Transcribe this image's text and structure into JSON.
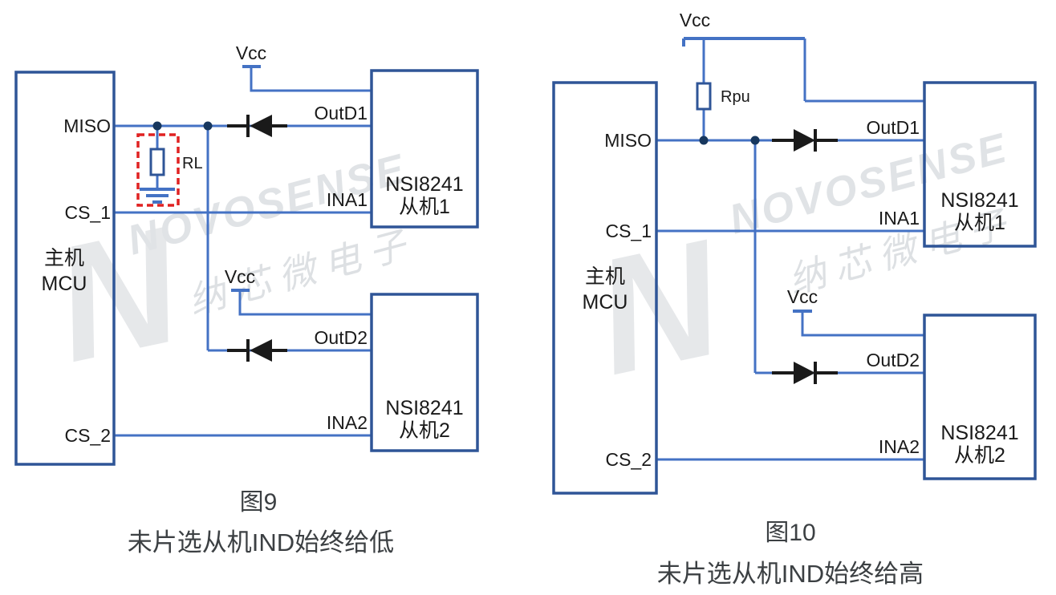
{
  "watermark": {
    "logo_letter": "N",
    "brand": "NOVOSENSE",
    "brand_cn": "纳芯微电子"
  },
  "colors": {
    "wire": "#4472C4",
    "box_border": "#2F5597",
    "junction_dot": "#17375E",
    "diode": "#1A1A1A",
    "highlight_box_red": "#E02222",
    "label_text": "#1A1A1A",
    "caption_text": "#3C4043",
    "watermark_text": "#E0E3E6",
    "background": "#FFFFFF"
  },
  "fig9": {
    "caption_title": "图9",
    "caption_subtitle": "未片选从机IND始终给低",
    "mcu": {
      "line1": "主机",
      "line2": "MCU",
      "pin_miso": "MISO",
      "pin_cs1": "CS_1",
      "pin_cs2": "CS_2"
    },
    "slave1": {
      "line1": "NSI8241",
      "line2": "从机1",
      "pin_out": "OutD1",
      "pin_in": "INA1",
      "vcc": "Vcc"
    },
    "slave2": {
      "line1": "NSI8241",
      "line2": "从机2",
      "pin_out": "OutD2",
      "pin_in": "INA2",
      "vcc": "Vcc"
    },
    "load_resistor": "RL"
  },
  "fig10": {
    "caption_title": "图10",
    "caption_subtitle": "未片选从机IND始终给高",
    "mcu": {
      "line1": "主机",
      "line2": "MCU",
      "pin_miso": "MISO",
      "pin_cs1": "CS_1",
      "pin_cs2": "CS_2"
    },
    "vcc_top": "Vcc",
    "pullup_resistor": "Rpu",
    "slave1": {
      "line1": "NSI8241",
      "line2": "从机1",
      "pin_out": "OutD1",
      "pin_in": "INA1"
    },
    "slave2": {
      "line1": "NSI8241",
      "line2": "从机2",
      "pin_out": "OutD2",
      "pin_in": "INA2",
      "vcc": "Vcc"
    }
  }
}
